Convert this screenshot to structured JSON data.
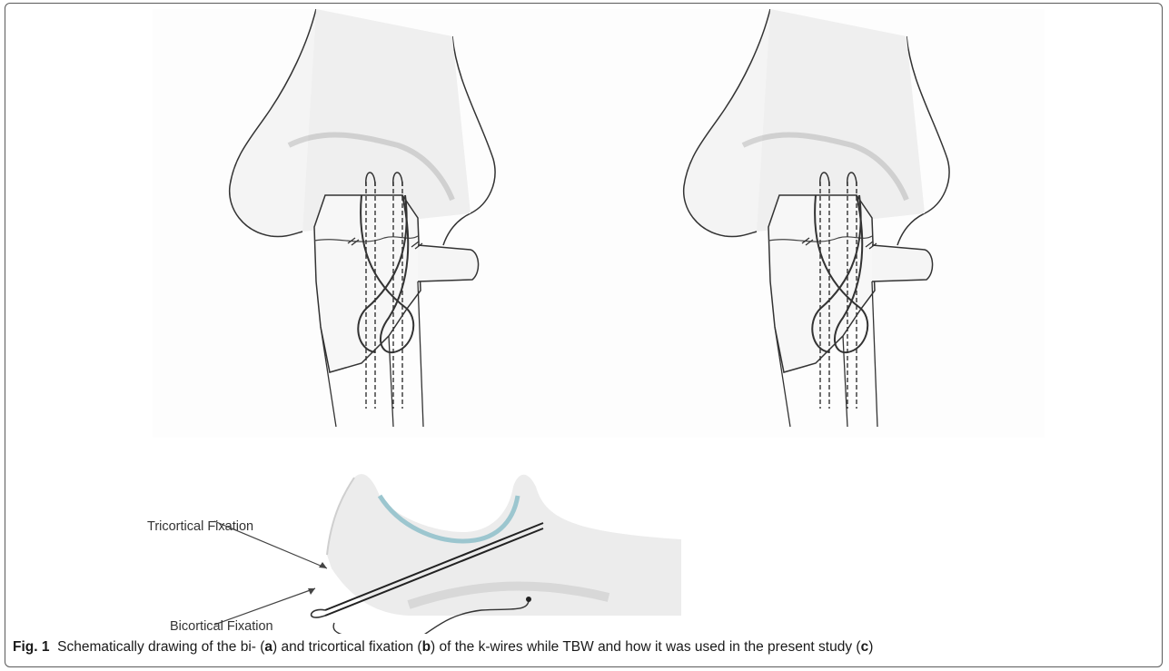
{
  "figure": {
    "label": "Fig. 1",
    "caption_parts": {
      "p1": "Schematically drawing of the bi- (",
      "a": "a",
      "p2": ") and tricortical fixation (",
      "b": "b",
      "p3": ") of the k-wires while TBW and how it was used in the present study (",
      "c": "c",
      "p4": ")"
    }
  },
  "panel_c": {
    "label_tricortical": "Tricortical Fixation",
    "label_bicortical": "Bicortical Fixation"
  }
}
